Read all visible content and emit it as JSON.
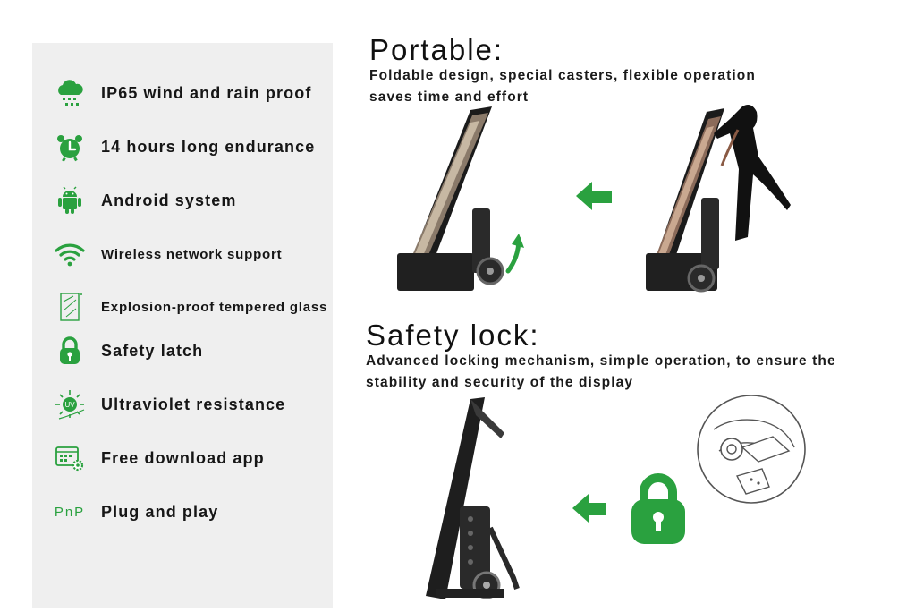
{
  "features": [
    {
      "icon": "cloud-rain-icon",
      "label": "IP65 wind and rain proof"
    },
    {
      "icon": "alarm-clock-icon",
      "label": "14 hours long endurance"
    },
    {
      "icon": "android-icon",
      "label": "Android system"
    },
    {
      "icon": "wifi-icon",
      "label": "Wireless network support"
    },
    {
      "icon": "tempered-glass-icon",
      "label": "Explosion-proof tempered glass"
    },
    {
      "icon": "padlock-icon",
      "label": "Safety latch"
    },
    {
      "icon": "uv-sun-icon",
      "label": "Ultraviolet resistance"
    },
    {
      "icon": "app-settings-icon",
      "label": "Free download app"
    },
    {
      "icon": "pnp-icon",
      "label": "Plug and play",
      "icon_text": "PnP"
    }
  ],
  "portable": {
    "title": "Portable:",
    "line1": "Foldable design, special casters, flexible operation",
    "line2": "saves time and effort"
  },
  "safety": {
    "title": "Safety lock:",
    "line1": "Advanced locking mechanism, simple operation, to ensure the",
    "line2": "stability and security of the display"
  },
  "colors": {
    "accent_green": "#2aa13f",
    "panel_bg": "#efefef",
    "device_black": "#1b1b1b"
  }
}
